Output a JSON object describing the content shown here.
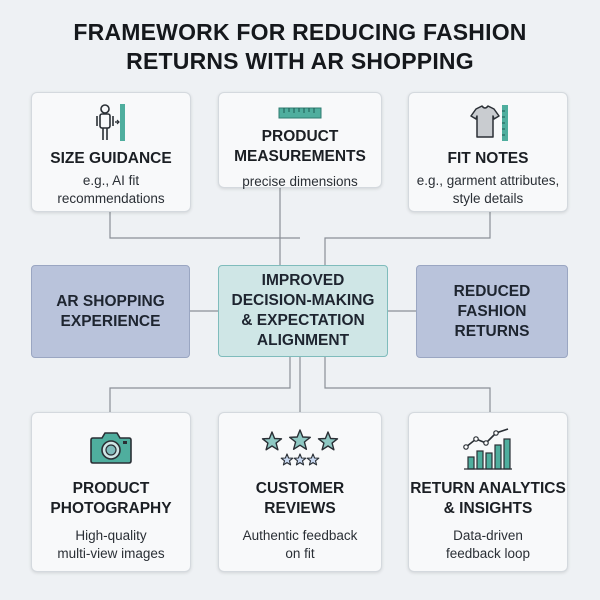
{
  "title": {
    "line1": "FRAMEWORK FOR REDUCING FASHION",
    "line2": "RETURNS WITH AR SHOPPING"
  },
  "top_cards": [
    {
      "heading": "SIZE GUIDANCE",
      "body_line1": "e.g., AI fit",
      "body_line2": "recommendations",
      "icon": "person-ruler-icon"
    },
    {
      "heading_line1": "PRODUCT",
      "heading_line2": "MEASUREMENTS",
      "body_line1": "precise dimensions",
      "icon": "ruler-icon"
    },
    {
      "heading": "FIT NOTES",
      "body_line1": "e.g., garment attributes,",
      "body_line2": "style details",
      "icon": "tshirt-ruler-icon"
    }
  ],
  "middle": {
    "left_line1": "AR SHOPPING",
    "left_line2": "EXPERIENCE",
    "center_line1": "IMPROVED",
    "center_line2": "DECISION-MAKING",
    "center_line3": "& EXPECTATION",
    "center_line4": "ALIGNMENT",
    "right_line1": "REDUCED",
    "right_line2": "FASHION",
    "right_line3": "RETURNS"
  },
  "bottom_cards": [
    {
      "heading_line1": "PRODUCT",
      "heading_line2": "PHOTOGRAPHY",
      "body_line1": "High-quality",
      "body_line2": "multi-view images",
      "icon": "camera-icon"
    },
    {
      "heading_line1": "CUSTOMER",
      "heading_line2": "REVIEWS",
      "body_line1": "Authentic feedback",
      "body_line2": "on fit",
      "icon": "stars-icon"
    },
    {
      "heading_line1": "RETURN ANALYTICS",
      "heading_line2": "& INSIGHTS",
      "body_line1": "Data-driven",
      "body_line2": "feedback loop",
      "icon": "bar-chart-icon"
    }
  ],
  "colors": {
    "background": "#eef1f4",
    "side_box": "#b9c3db",
    "center_box": "#cfe6e6",
    "accent_teal": "#4fae9e",
    "connector": "#8a9096"
  }
}
